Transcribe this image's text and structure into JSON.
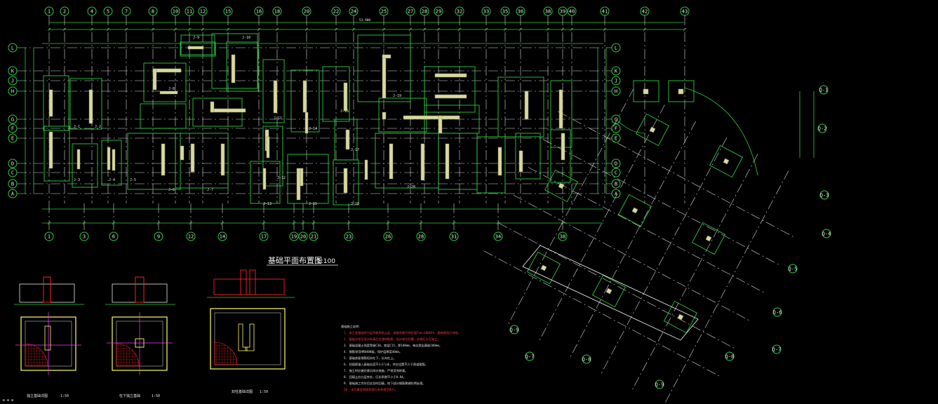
{
  "drawing": {
    "title": "基础平面布置图",
    "scale": "1:100",
    "overall_dim": "53.900",
    "corner_mark": "⊕ ⊕ ⊕"
  },
  "top_axes": [
    "1",
    "2",
    "4",
    "5",
    "7",
    "8",
    "10",
    "11",
    "12",
    "15",
    "16",
    "18",
    "20",
    "22",
    "24",
    "25",
    "27",
    "28",
    "29",
    "32",
    "33",
    "35",
    "36",
    "38",
    "39",
    "40",
    "41",
    "42",
    "43"
  ],
  "bottom_axes": [
    "1",
    "3",
    "6",
    "9",
    "12",
    "14",
    "17",
    "19",
    "20",
    "21",
    "23",
    "26",
    "28",
    "31",
    "34",
    "38"
  ],
  "row_axes_left": [
    "L",
    "K",
    "J",
    "H",
    "G",
    "F",
    "E",
    "D",
    "C",
    "B",
    "A"
  ],
  "row_axes_right": [
    "L",
    "K",
    "J",
    "H",
    "G",
    "F",
    "E",
    "D",
    "C",
    "B",
    "A"
  ],
  "rotated_axes": [
    "Q-1",
    "Q-2",
    "Q-3",
    "Q-4",
    "Q-5",
    "Q-6",
    "Q-7",
    "Q-8",
    "Q-9"
  ],
  "footing_labels": [
    "J-1",
    "J-2",
    "J-3",
    "J-4",
    "J-5",
    "J-6",
    "J-7",
    "J-8",
    "J-9",
    "J-10",
    "J-11",
    "J-12",
    "J-13",
    "J-14",
    "J-15",
    "J-16",
    "J-17",
    "J-18",
    "J-19",
    "J-20"
  ],
  "details": [
    {
      "caption": "独立基础详图",
      "scale": "1:50"
    },
    {
      "caption": "柱下独立基础",
      "scale": "1:50"
    },
    {
      "caption": "双柱基础详图",
      "scale": "1:50"
    }
  ],
  "notes": {
    "heading": "基础施工说明：",
    "lines": [
      "1. 本工程基础持力层为粉质粘土层，地基承载力特征值fak=180kPa，基础埋深见详图。",
      "2. 基础开挖至设计标高后应通知勘察、设计单位验槽，合格后方可施工。",
      "3. 基础混凝土强度等级C30，垫层C15，厚100mm，每边宽出基础100mm。",
      "4. 钢筋采用HRB400级，保护层厚度40mm。",
      "5. 基础底板钢筋短向在下，长向在上。",
      "6. 柱插筋锚入基础长度不小于laE，并应设置不少于两道箍筋。",
      "7. 施工时应做好基坑排水措施，严禁浸泡地基。",
      "8. 回填土应分层夯实，压实系数不小于0.94。",
      "9. 基础施工完毕后应及时回填，地下部分钢筋需做防锈处理。",
      "10. 未尽事宜按国家现行有关规范执行。"
    ]
  },
  "colors": {
    "background": "#000000",
    "grid": "#dcdcdc",
    "dimension": "#2ecc40",
    "wall": "#d8d8a0",
    "note_red": "#ff3c3c",
    "hatch": "#ff2020",
    "detail_outline": "#ffff66"
  }
}
